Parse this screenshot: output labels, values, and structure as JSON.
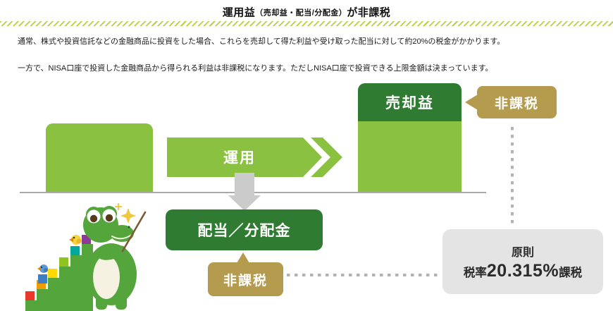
{
  "header": {
    "title_pre": "運用益",
    "title_paren": "（売却益・配当/分配金）",
    "title_post": "が非課税"
  },
  "intro": {
    "paragraph1": "通常、株式や投資信託などの金融商品に投資をした場合、これらを売却して得た利益や受け取った配当に対して約20%の税金がかかります。",
    "paragraph2": "一方で、NISA口座で投資した金融商品から得られる利益は非課税になります。ただしNISA口座で投資できる上限金額は決まっています。"
  },
  "diagram": {
    "flow_label": "運用",
    "capital_gain_label": "売却益",
    "dividend_label": "配当／分配金",
    "tax_free_badge_top": "非課税",
    "tax_free_badge_bottom": "非課税",
    "principle_box": {
      "line1": "原則",
      "rate_prefix": "税率",
      "rate_value": "20.315%",
      "rate_suffix": "課税"
    },
    "mascot": "crocodile-teacher-mascot"
  },
  "colors": {
    "light_green": "#8bc140",
    "dark_green": "#2e7b31",
    "gold_badge": "#b59b4e",
    "gray_box": "#e4e4e4",
    "gray_dash": "#b3b3b3",
    "ground_line": "#a9a9a9",
    "stripe_green": "#b7cf4b"
  }
}
